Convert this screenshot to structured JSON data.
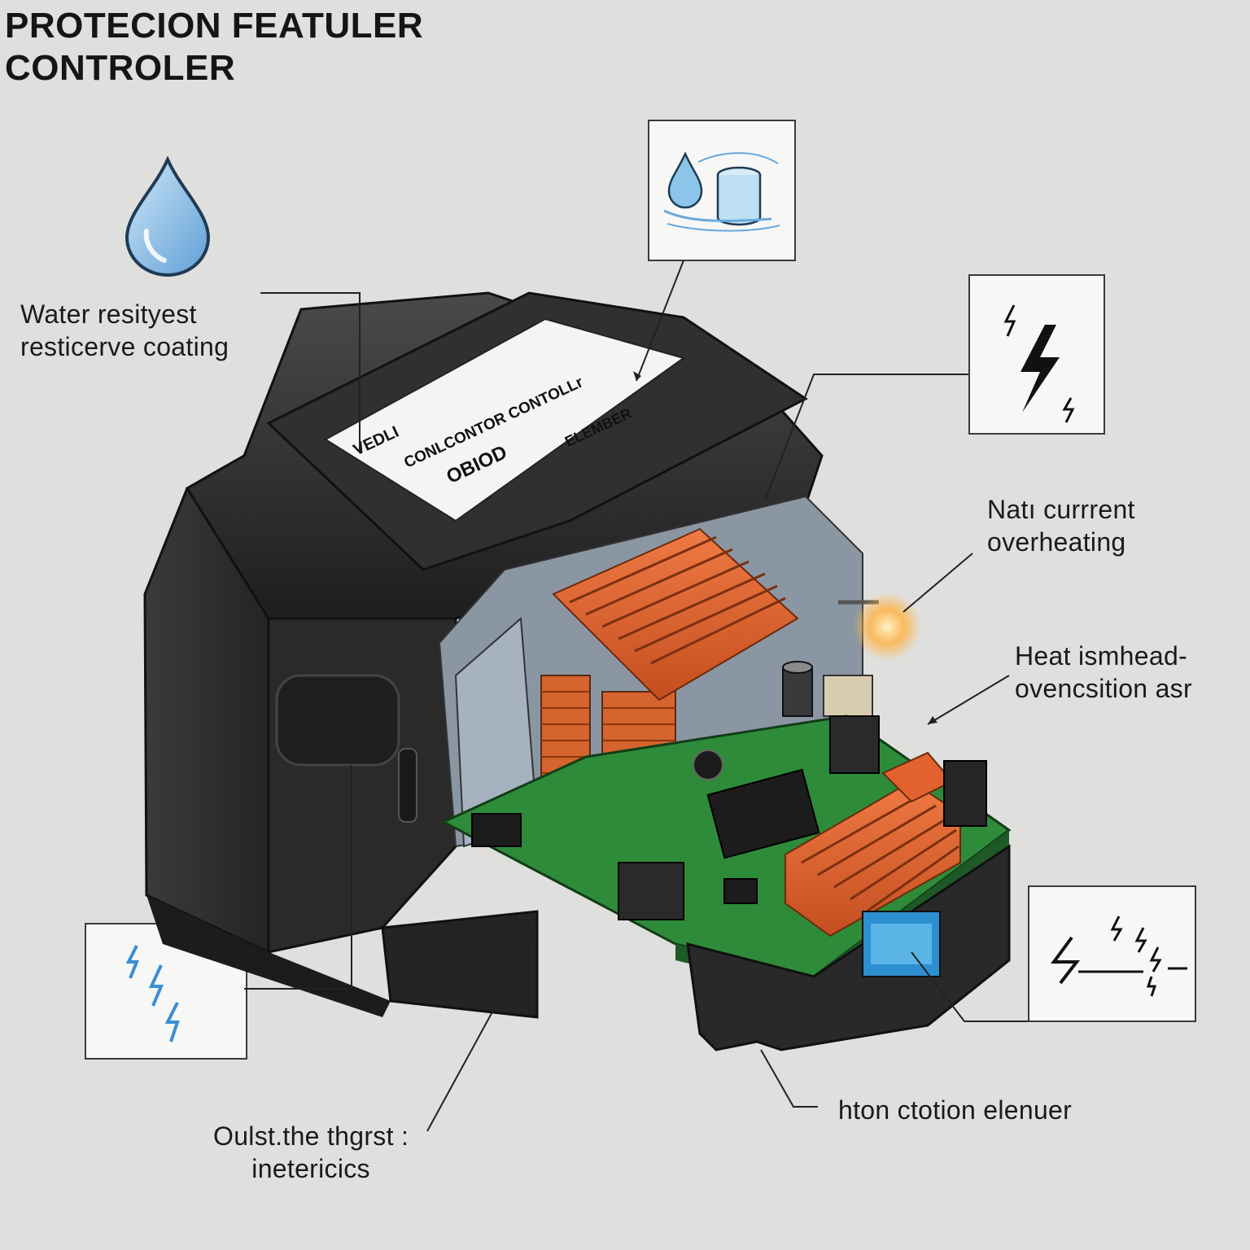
{
  "title": {
    "line1": "PROTECION FEATULER",
    "line2": "CONTROLER"
  },
  "labels": {
    "water": {
      "line1": "Water resityest",
      "line2": "resticerve coating"
    },
    "current": {
      "line1": "Natı currrent",
      "line2": "overheating"
    },
    "heat": {
      "line1": "Heat ismhead-",
      "line2": "ovencsition asr"
    },
    "bottom_left": {
      "line1": "Oulst.the thgrst :",
      "line2": "inetericics"
    },
    "bottom_right": {
      "line1": "hton ctotion elenuer"
    }
  },
  "device_label": {
    "brand": "VEDLI",
    "model": "CONLCONTOR CONTOLLr",
    "code": "OBIOD",
    "side": "ELEMBER"
  },
  "icons": {
    "water_drop": "water-drop-icon",
    "water_box": "water-droplet-and-cylinder-icon",
    "lightning_box_top": "lightning-bolt-icon",
    "lightning_box_left": "lightning-bolts-icon",
    "lightning_box_right": "electrical-discharge-icon"
  },
  "colors": {
    "background": "#dfe0dd",
    "housing": "#2b2b2c",
    "pcb": "#2e8b3a",
    "heatsink": "#e2622f",
    "coil": "#d5642e",
    "water_blue": "#6aa9dc",
    "lightning_blue": "#3a8fd6"
  }
}
